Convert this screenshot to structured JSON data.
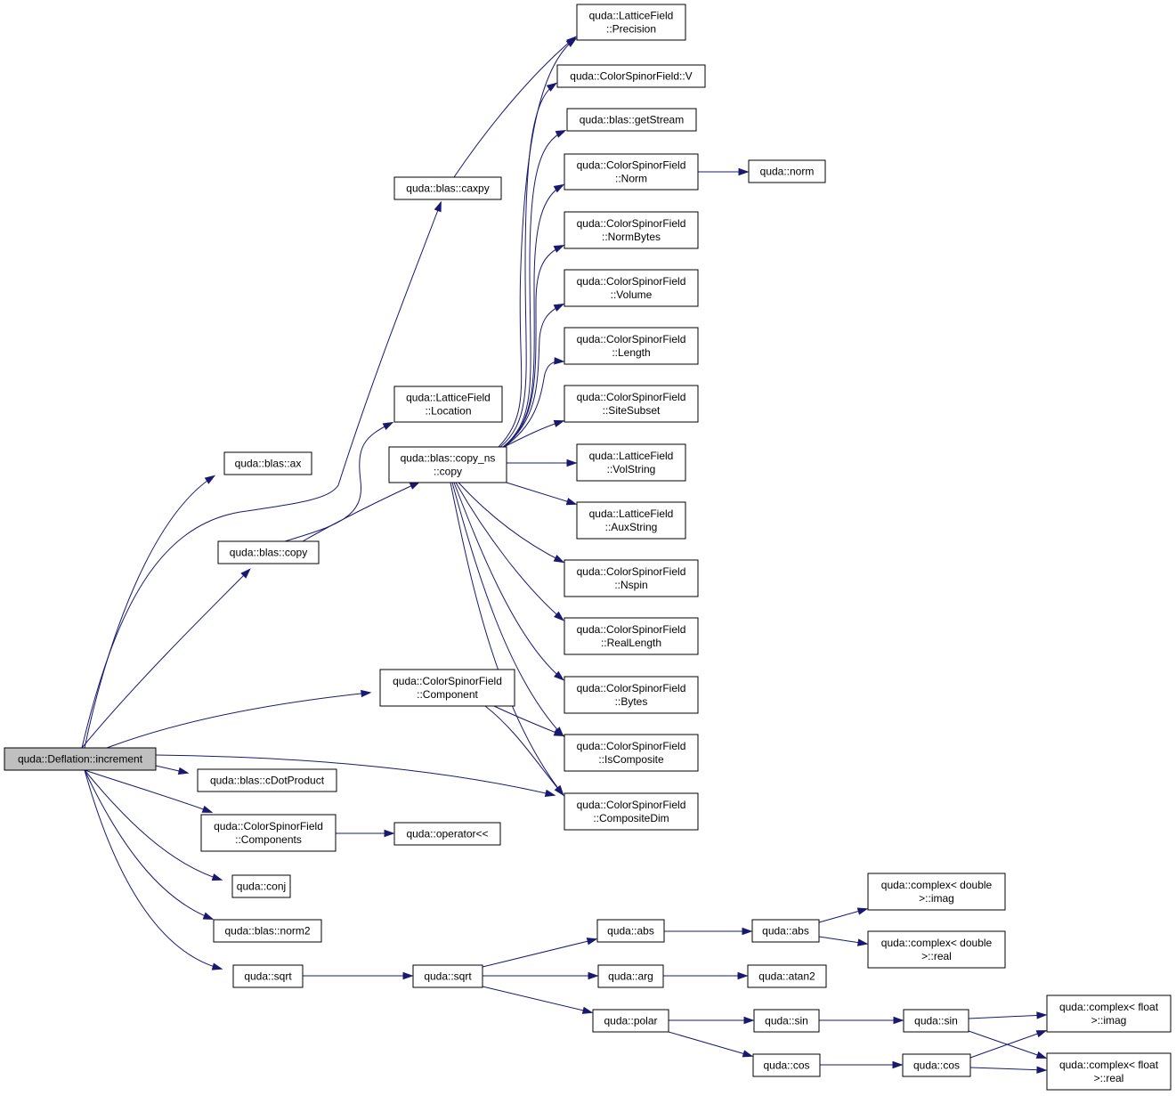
{
  "title": "quda::Deflation::increment call graph",
  "colors": {
    "edge": "#191970",
    "root_fill": "#bfbfbf",
    "node_fill": "#ffffff",
    "node_border": "#000000"
  },
  "nodes": {
    "root": [
      "quda::Deflation::increment"
    ],
    "blas_ax": [
      "quda::blas::ax"
    ],
    "blas_copy": [
      "quda::blas::copy"
    ],
    "blas_caxpy": [
      "quda::blas::caxpy"
    ],
    "lf_location": [
      "quda::LatticeField",
      "::Location"
    ],
    "copy_ns": [
      "quda::blas::copy_ns",
      "::copy"
    ],
    "csf_component": [
      "quda::ColorSpinorField",
      "::Component"
    ],
    "cdot": [
      "quda::blas::cDotProduct"
    ],
    "csf_components": [
      "quda::ColorSpinorField",
      "::Components"
    ],
    "op_ll": [
      "quda::operator<<"
    ],
    "conj": [
      "quda::conj"
    ],
    "norm2": [
      "quda::blas::norm2"
    ],
    "sqrt1": [
      "quda::sqrt"
    ],
    "sqrt2": [
      "quda::sqrt"
    ],
    "abs1": [
      "quda::abs"
    ],
    "abs2": [
      "quda::abs"
    ],
    "arg": [
      "quda::arg"
    ],
    "atan2": [
      "quda::atan2"
    ],
    "polar": [
      "quda::polar"
    ],
    "sin1": [
      "quda::sin"
    ],
    "sin2": [
      "quda::sin"
    ],
    "cos1": [
      "quda::cos"
    ],
    "cos2": [
      "quda::cos"
    ],
    "cd_imag": [
      "quda::complex< double",
      ">::imag"
    ],
    "cd_real": [
      "quda::complex< double",
      ">::real"
    ],
    "cf_imag": [
      "quda::complex< float",
      ">::imag"
    ],
    "cf_real": [
      "quda::complex< float",
      ">::real"
    ],
    "lf_precision": [
      "quda::LatticeField",
      "::Precision"
    ],
    "csf_v": [
      "quda::ColorSpinorField::V"
    ],
    "getstream": [
      "quda::blas::getStream"
    ],
    "csf_norm": [
      "quda::ColorSpinorField",
      "::Norm"
    ],
    "norm": [
      "quda::norm"
    ],
    "csf_normbytes": [
      "quda::ColorSpinorField",
      "::NormBytes"
    ],
    "csf_volume": [
      "quda::ColorSpinorField",
      "::Volume"
    ],
    "csf_length": [
      "quda::ColorSpinorField",
      "::Length"
    ],
    "csf_sitesubset": [
      "quda::ColorSpinorField",
      "::SiteSubset"
    ],
    "lf_volstring": [
      "quda::LatticeField",
      "::VolString"
    ],
    "lf_auxstring": [
      "quda::LatticeField",
      "::AuxString"
    ],
    "csf_nspin": [
      "quda::ColorSpinorField",
      "::Nspin"
    ],
    "csf_reallength": [
      "quda::ColorSpinorField",
      "::RealLength"
    ],
    "csf_bytes": [
      "quda::ColorSpinorField",
      "::Bytes"
    ],
    "csf_iscomposite": [
      "quda::ColorSpinorField",
      "::IsComposite"
    ],
    "csf_compositedim": [
      "quda::ColorSpinorField",
      "::CompositeDim"
    ]
  }
}
